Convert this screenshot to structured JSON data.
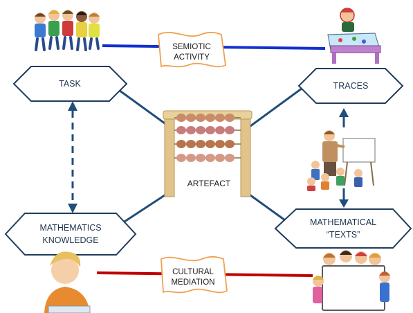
{
  "diagram": {
    "colors": {
      "connector": "#1f4e79",
      "semiotic_line": "#1230d0",
      "cultural_line": "#c00000",
      "banner_stroke": "#f0a050",
      "hexagon_stroke": "#1f3b5c",
      "hexagon_fill": "#ffffff"
    },
    "nodes": {
      "task": "TASK",
      "traces": "TRACES",
      "math_knowledge_line1": "MATHEMATICS",
      "math_knowledge_line2": "KNOWLEDGE",
      "math_texts_line1": "MATHEMATICAL",
      "math_texts_line2": "“TEXTS”",
      "artefact": "ARTEFACT"
    },
    "banners": {
      "semiotic_line1": "SEMIOTIC",
      "semiotic_line2": "ACTIVITY",
      "cultural_line1": "CULTURAL",
      "cultural_line2": "MEDIATION"
    },
    "illustrations": [
      "group-of-children-illustration",
      "child-painting-at-table-illustration",
      "teacher-with-pupils-illustration",
      "child-reading-illustration",
      "children-behind-board-illustration",
      "abacus-illustration"
    ]
  }
}
